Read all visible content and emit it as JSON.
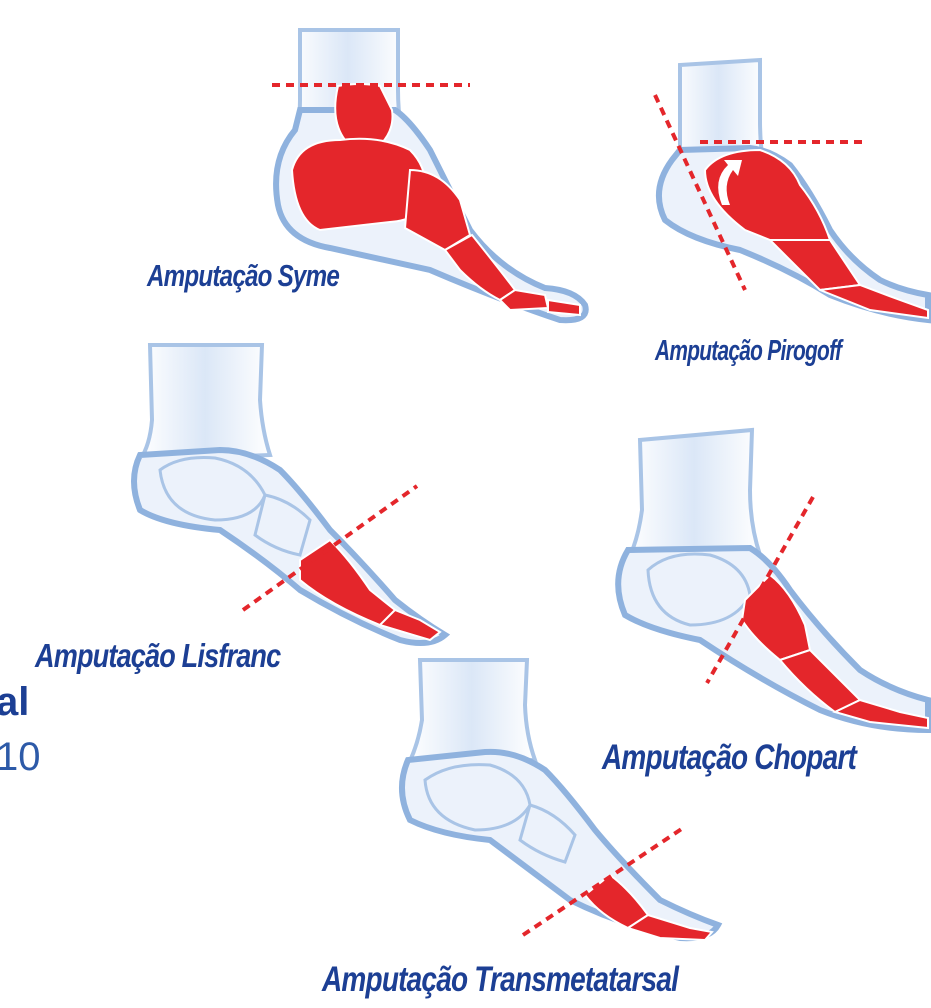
{
  "diagram": {
    "labels": {
      "syme": "Amputação Syme",
      "pirogoff": "Amputação Pirogoff",
      "lisfranc": "Amputação Lisfranc",
      "chopart": "Amputação Chopart",
      "transmetatarsal": "Amputação Transmetatarsal"
    },
    "edge_text": {
      "line1": "al",
      "line2": "10"
    },
    "colors": {
      "label_text": "#1c3f94",
      "bone_fill": "#ecf2fb",
      "bone_outline": "#8fb2de",
      "amputated_region": "#e4262b",
      "cut_line": "#e4262b"
    },
    "icons": [
      "foot-skeleton-icon",
      "cut-line-icon",
      "rotation-arrow-icon"
    ]
  }
}
